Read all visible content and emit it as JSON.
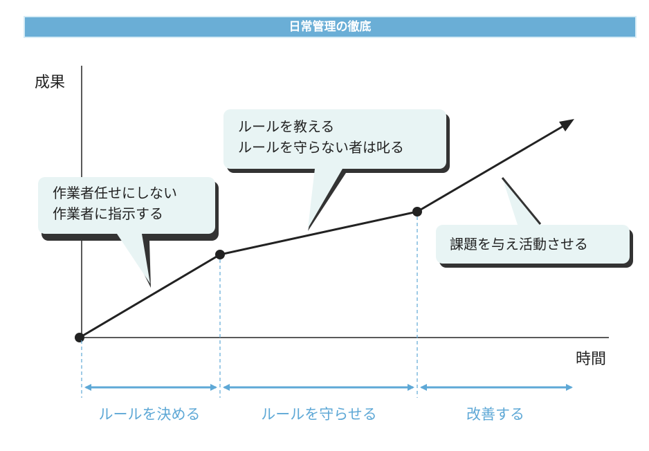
{
  "title": "日常管理の徹底",
  "axes": {
    "y_label": "成果",
    "x_label": "時間"
  },
  "callouts": [
    {
      "lines": [
        "作業者任せにしない",
        "作業者に指示する"
      ]
    },
    {
      "lines": [
        "ルールを教える",
        "ルールを守らない者は叱る"
      ]
    },
    {
      "lines": [
        "課題を与え活動させる"
      ]
    }
  ],
  "phases": [
    {
      "label": "ルールを決める"
    },
    {
      "label": "ルールを守らせる"
    },
    {
      "label": "改善する"
    }
  ],
  "colors": {
    "title_bg": "#6aaed6",
    "phase": "#5ea8d6",
    "callout_bg": "#e8f4f4",
    "line": "#222222"
  }
}
